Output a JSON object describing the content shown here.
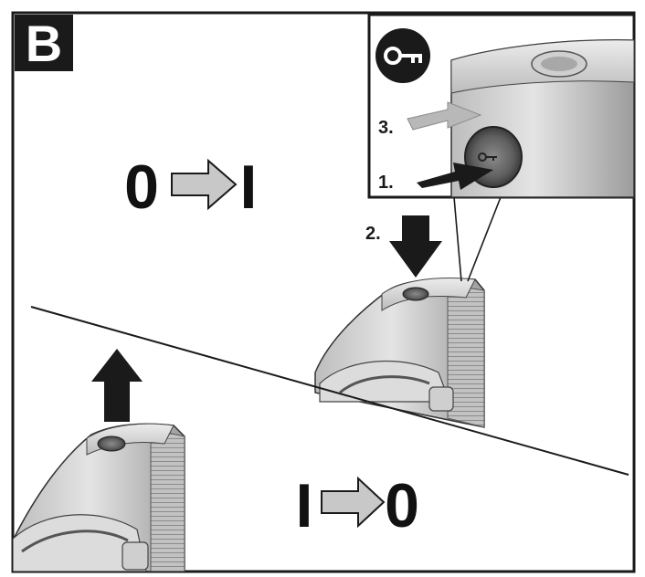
{
  "panel_label": "B",
  "top_state": {
    "from": "0",
    "to": "I"
  },
  "bottom_state": {
    "from": "I",
    "to": "0"
  },
  "steps": {
    "step1": "1.",
    "step2": "2.",
    "step3": "3."
  },
  "icons": {
    "key_badge": "key-icon",
    "top_arrow": "right-arrow-icon",
    "bottom_arrow": "right-arrow-icon",
    "push_arrow": "down-arrow-icon",
    "release_arrow": "up-arrow-icon"
  },
  "colors": {
    "frame": "#1a1a1a",
    "ink": "#111111",
    "arrow_fill": "#c8c8c8",
    "body_light": "#d6d6d6",
    "body_dark": "#9a9a9a",
    "background": "#ffffff"
  }
}
